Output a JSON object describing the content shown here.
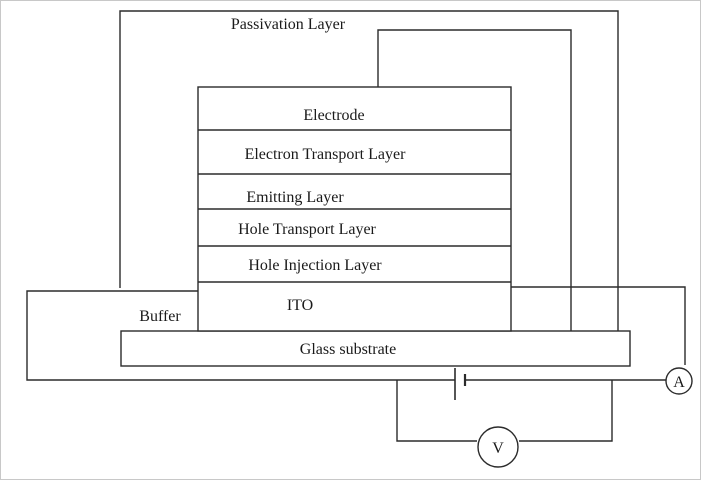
{
  "diagram": {
    "labels": {
      "passivation": "Passivation Layer",
      "electrode": "Electrode",
      "electron_transport": "Electron Transport Layer",
      "emitting": "Emitting Layer",
      "hole_transport": "Hole Transport Layer",
      "hole_injection": "Hole Injection Layer",
      "ito": "ITO",
      "buffer": "Buffer",
      "glass": "Glass substrate",
      "ammeter": "A",
      "voltmeter": "V"
    }
  }
}
